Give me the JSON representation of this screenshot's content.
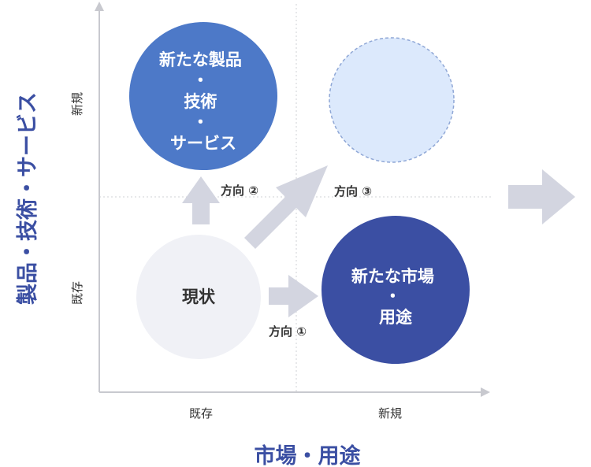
{
  "axis_y_title": "製品・技術・サービス",
  "axis_x_title": "市場・用途",
  "y_tick_new": "新規",
  "y_tick_existing": "既存",
  "x_tick_existing": "既存",
  "x_tick_new": "新規",
  "current_circle": {
    "label": "現状"
  },
  "new_product_circle": {
    "lines": [
      "新たな製品",
      "・",
      "技術",
      "・",
      "サービス"
    ]
  },
  "new_market_circle": {
    "lines": [
      "新たな市場",
      "・",
      "用途"
    ]
  },
  "direction_1": "方向 ①",
  "direction_2": "方向 ②",
  "direction_3": "方向 ③",
  "colors": {
    "axis_title": "#3b4fa3",
    "new_product_fill": "#4d79c8",
    "new_market_fill": "#3b4fa3",
    "diversify_fill": "#dce9fc",
    "diversify_stroke": "#8fa7d6",
    "current_fill": "#f0f1f6",
    "arrow_fill": "#d3d5e0",
    "axis_line": "#c8c9cf"
  }
}
